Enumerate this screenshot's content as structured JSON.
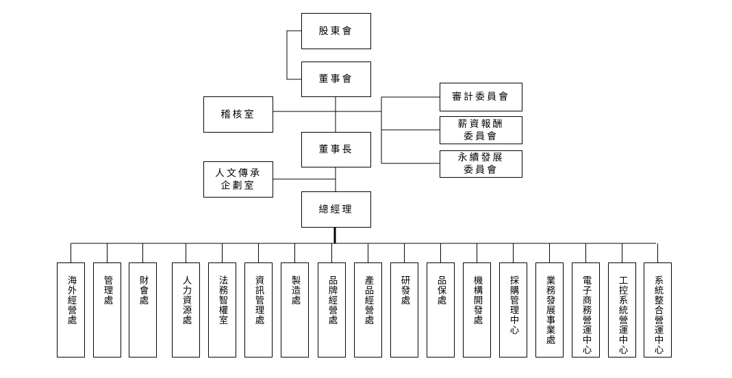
{
  "nodes": {
    "shareholders": "股東會",
    "board": "董事會",
    "audit_office": "稽核室",
    "audit_committee": "審計委員會",
    "comp_committee": "薪資報酬\n委員會",
    "sustain_committee": "永續發展\n委員會",
    "chairman": "董事長",
    "heritage_office": "人文傳承\n企劃室",
    "gm": "總經理"
  },
  "departments": [
    "海外經營處",
    "管理處",
    "財會處",
    "人力資源處",
    "法務智權室",
    "資訊管理處",
    "製造處",
    "品牌經營處",
    "產品經營處",
    "研發處",
    "品保處",
    "機構開發處",
    "採購管理中心",
    "業務發展事業處",
    "電子商務營運中心",
    "工控系統營運中心",
    "系統整合營運中心"
  ]
}
